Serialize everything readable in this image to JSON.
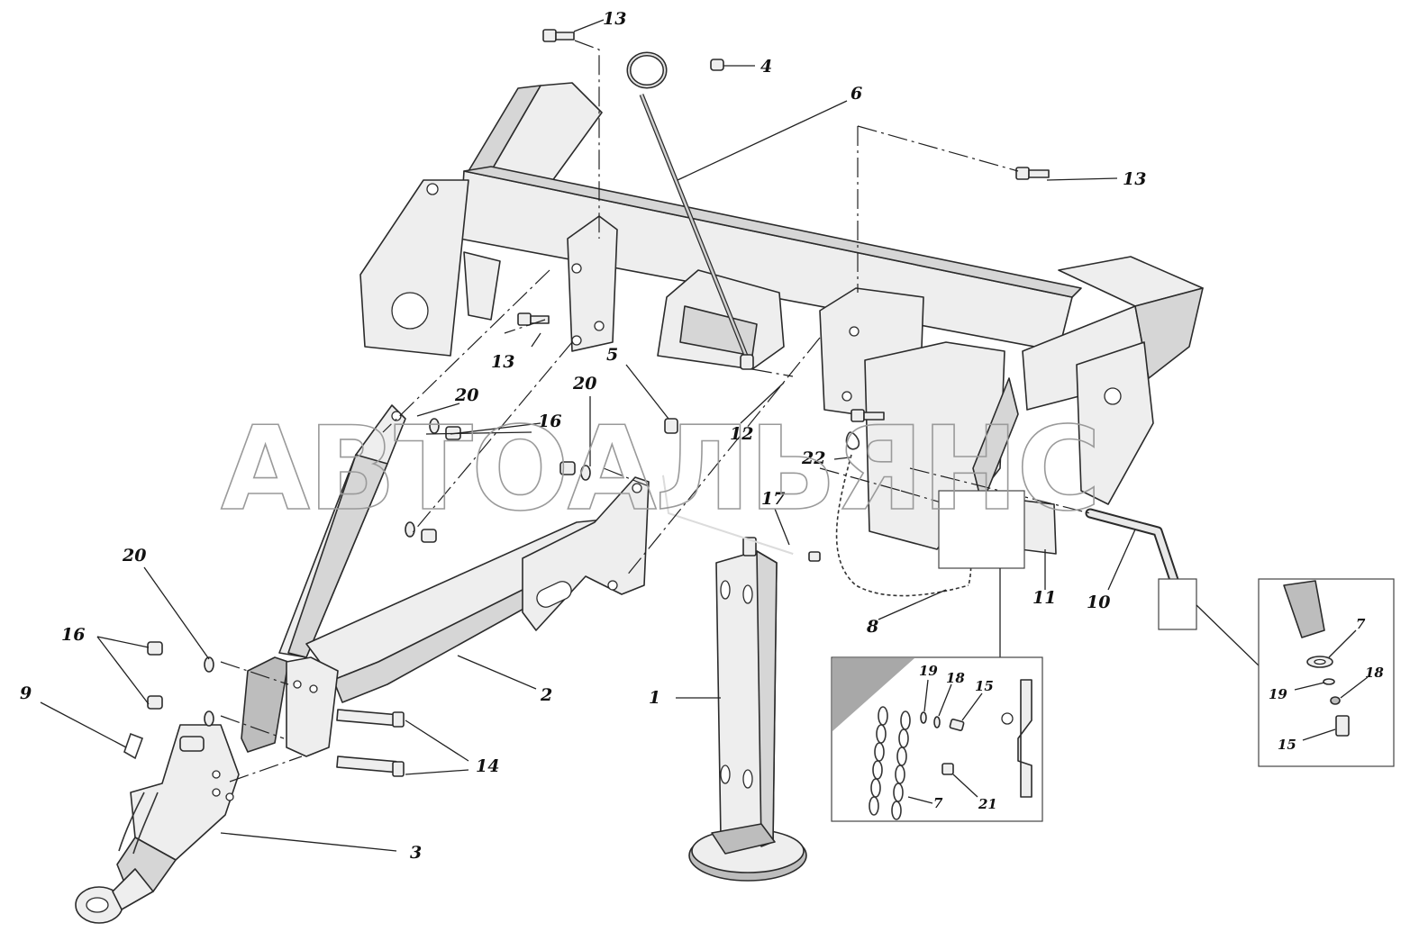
{
  "watermark": "АВТОАЛЬЯНС",
  "callouts": {
    "c1": "1",
    "c2": "2",
    "c3": "3",
    "c4": "4",
    "c5": "5",
    "c6": "6",
    "c8": "8",
    "c9": "9",
    "c10": "10",
    "c11": "11",
    "c12": "12",
    "c13a": "13",
    "c13b": "13",
    "c13c": "13",
    "c14": "14",
    "c16a": "16",
    "c16b": "16",
    "c17": "17",
    "c20a": "20",
    "c20b": "20",
    "c20c": "20",
    "c22": "22"
  },
  "inset_chain": {
    "c7": "7",
    "c15": "15",
    "c18": "18",
    "c19": "19",
    "c21": "21"
  },
  "inset_pin": {
    "c7": "7",
    "c15": "15",
    "c18": "18",
    "c19": "19"
  },
  "colors": {
    "line": "#2b2b2b",
    "fill": "#eeeeee",
    "shade": "#bdbdbd",
    "watermark": "#9a9a9a"
  }
}
